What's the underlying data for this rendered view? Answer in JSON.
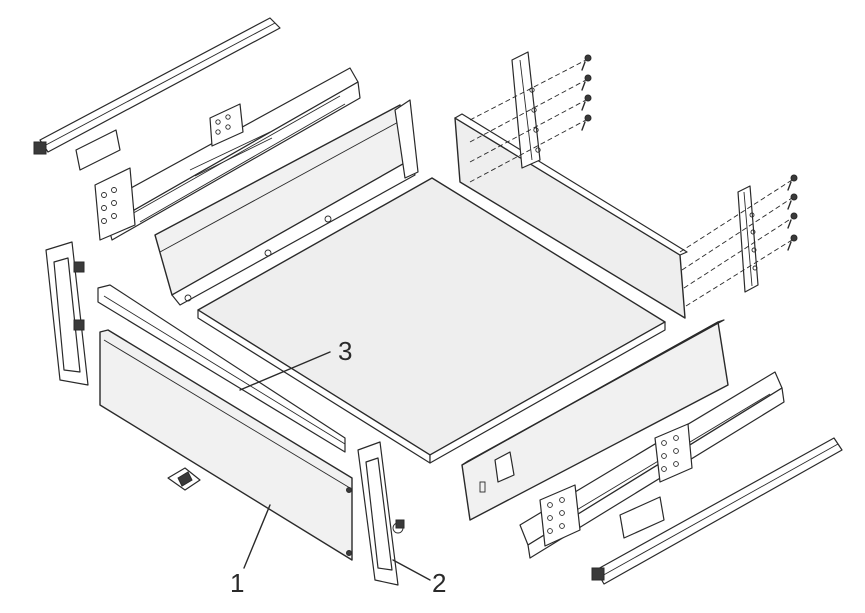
{
  "callouts": [
    {
      "number": "1",
      "part": "front-panel"
    },
    {
      "number": "2",
      "part": "front-panel-bracket"
    },
    {
      "number": "3",
      "part": "top-rail"
    }
  ]
}
